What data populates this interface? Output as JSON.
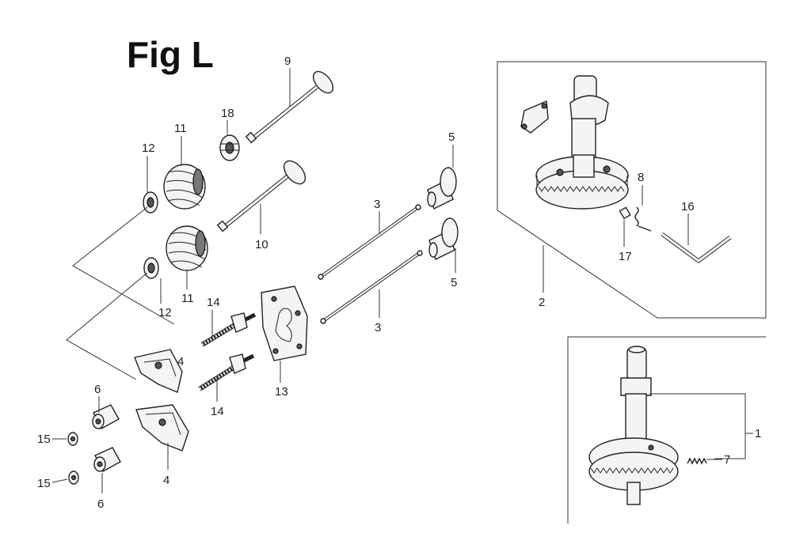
{
  "title": "Fig L",
  "labels": {
    "l1": "1",
    "l2": "2",
    "l3a": "3",
    "l3b": "3",
    "l4a": "4",
    "l4b": "4",
    "l5a": "5",
    "l5b": "5",
    "l6a": "6",
    "l6b": "6",
    "l7": "7",
    "l8": "8",
    "l9": "9",
    "l10": "10",
    "l11a": "11",
    "l11b": "11",
    "l12a": "12",
    "l12b": "12",
    "l13": "13",
    "l14a": "14",
    "l14b": "14",
    "l15a": "15",
    "l15b": "15",
    "l16": "16",
    "l17": "17",
    "l18": "18"
  }
}
